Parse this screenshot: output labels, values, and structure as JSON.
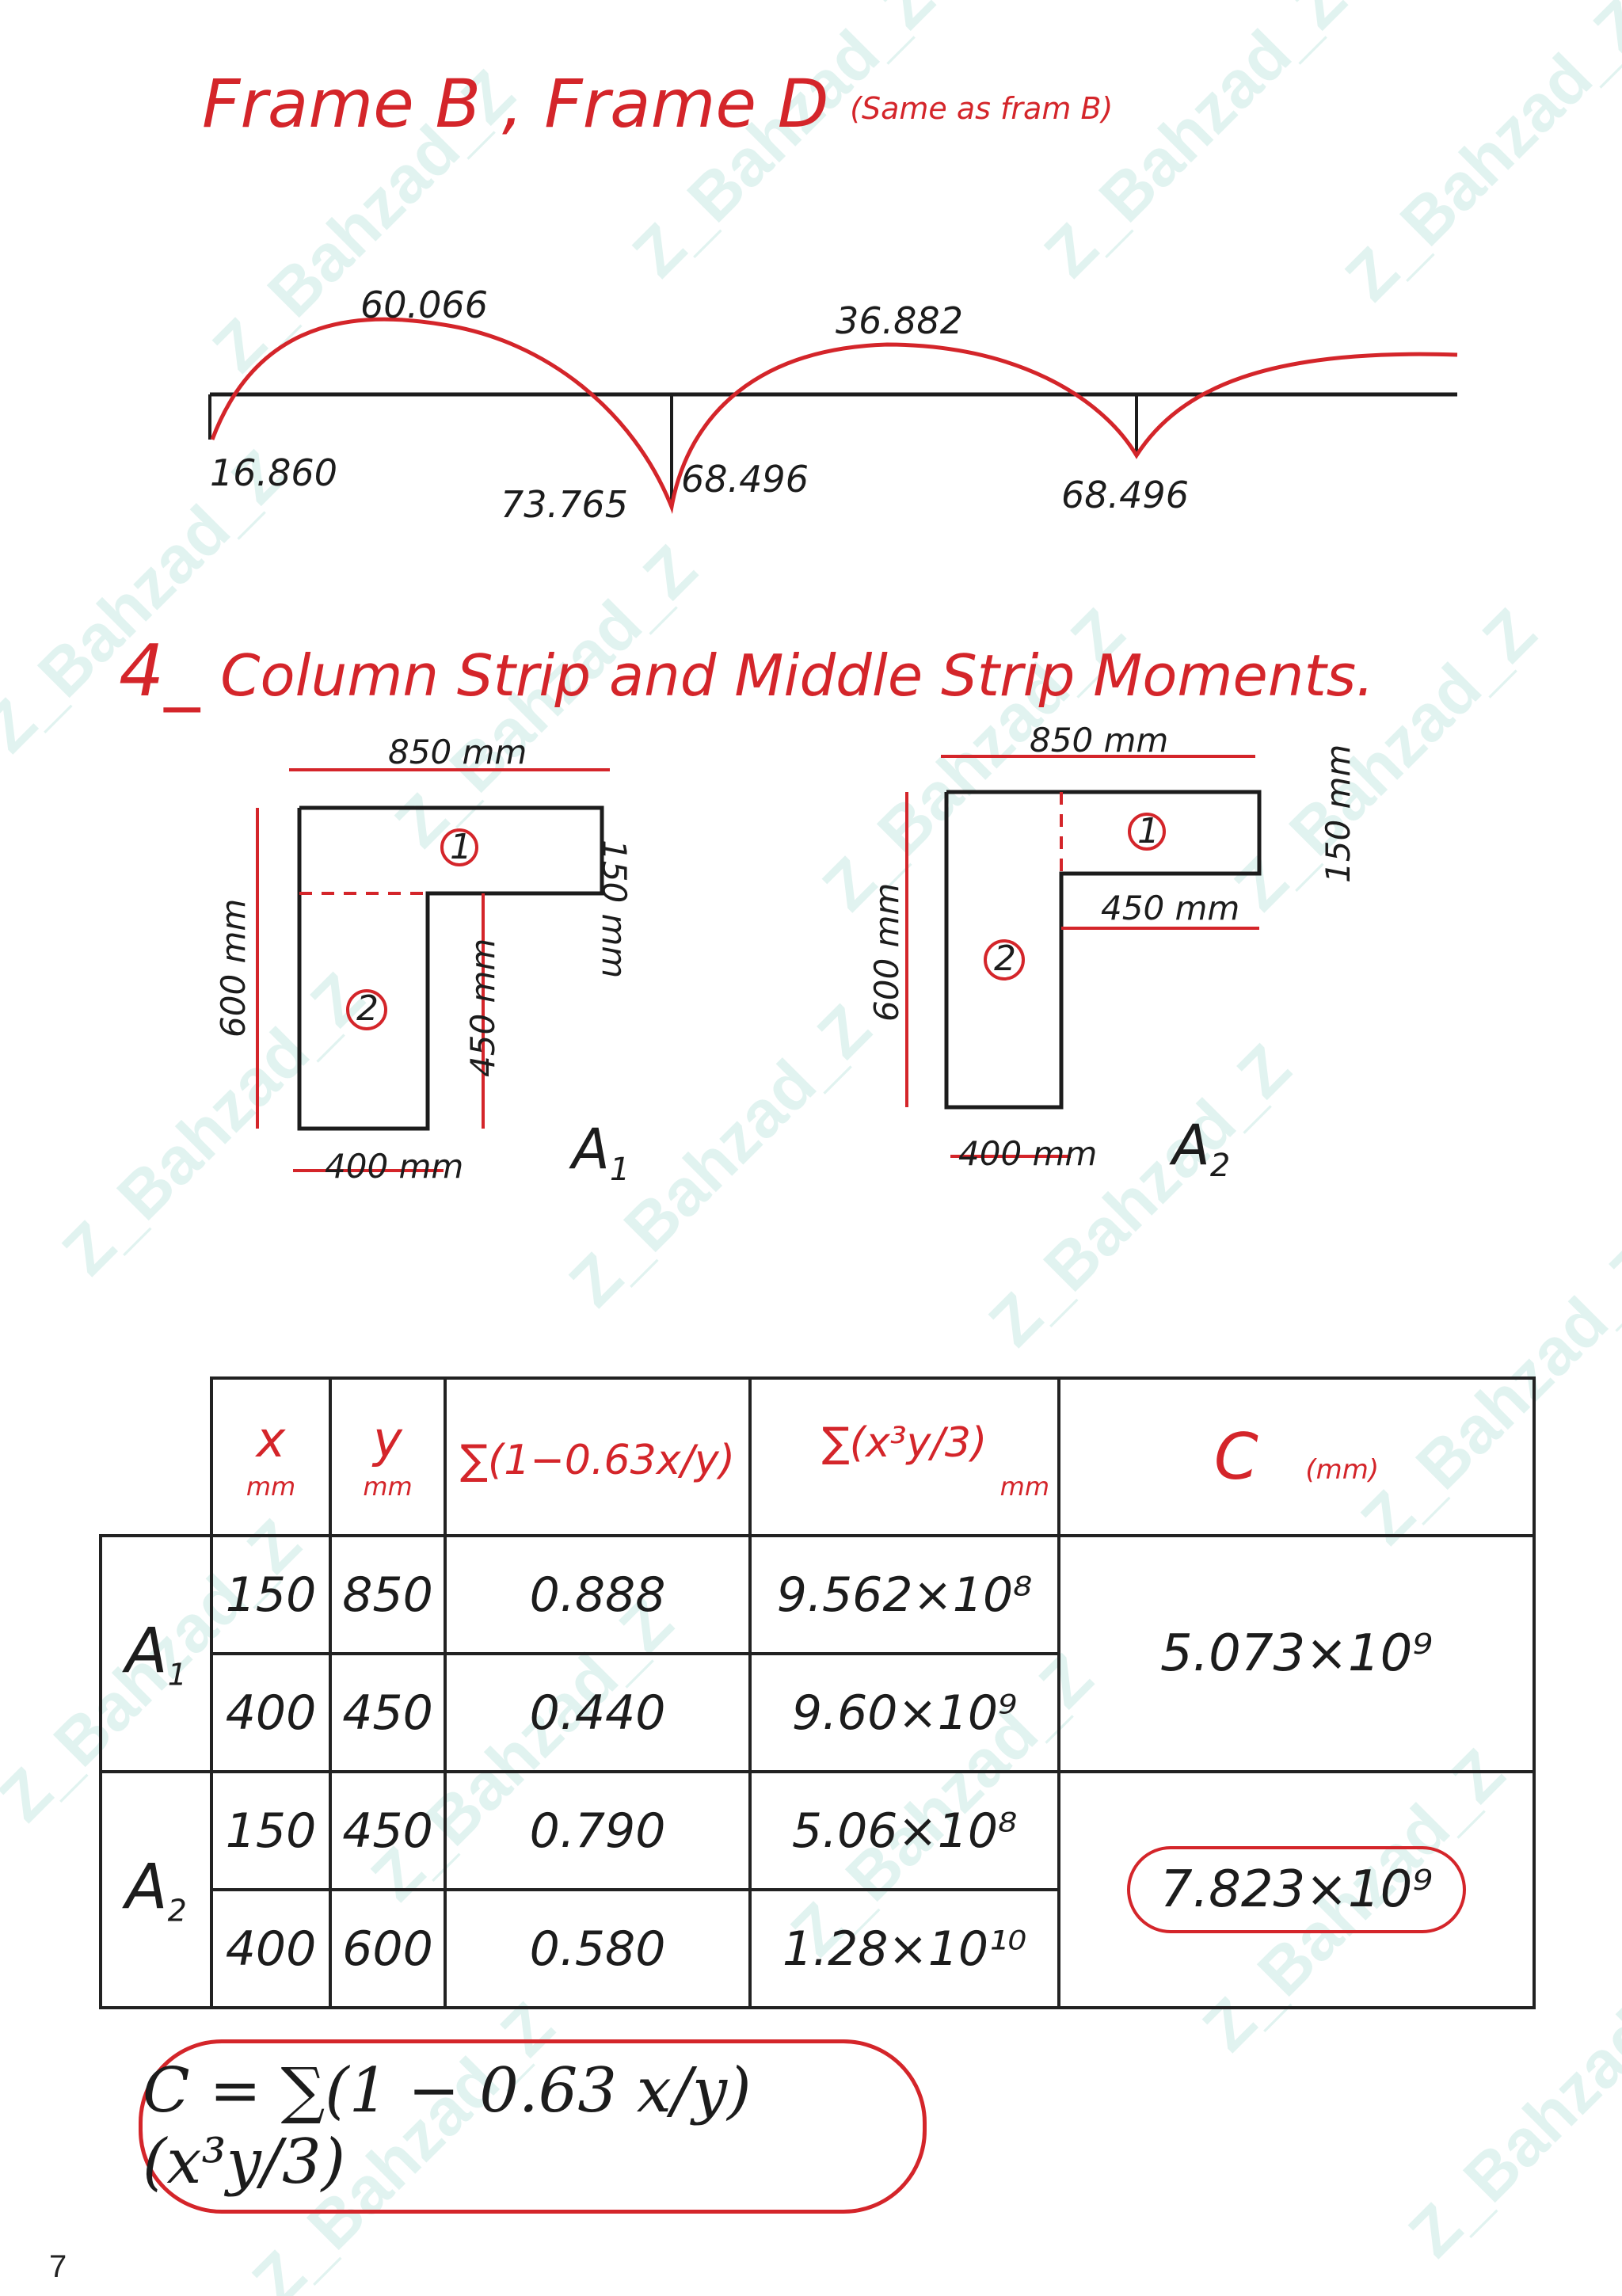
{
  "title": {
    "text": "Frame B , Frame D",
    "note": "(Same as fram B)"
  },
  "moment_diagram": {
    "span1_positive": "60.066",
    "span2_positive": "36.882",
    "end_negative": "16.860",
    "support1_left": "73.765",
    "support1_right": "68.496",
    "support2": "68.496",
    "line_color": "#d4252a"
  },
  "heading": {
    "number": "4_",
    "text": "Column Strip and Middle Strip Moments."
  },
  "section_A1": {
    "label": "A",
    "label_sub": "1",
    "width_top": "850 mm",
    "flange_depth": "150 mm",
    "height_total": "600 mm",
    "web_depth": "450 mm",
    "web_width": "400 mm",
    "part1": "1",
    "part2": "2"
  },
  "section_A2": {
    "label": "A",
    "label_sub": "2",
    "width_top": "850 mm",
    "flange_depth": "150 mm",
    "height_total": "600 mm",
    "flange_length": "450 mm",
    "web_width": "400 mm",
    "part1": "1",
    "part2": "2"
  },
  "table": {
    "headers": {
      "x": "x",
      "x_unit": "mm",
      "y": "y",
      "y_unit": "mm",
      "sum1": "∑(1−0.63x/y)",
      "sum2": "∑(x³y/3)",
      "sum2_unit": "mm",
      "c": "C",
      "c_unit": "(mm)"
    },
    "rows": [
      {
        "group": "A1",
        "x": "150",
        "y": "850",
        "s1": "0.888",
        "s2": "9.562×10⁸"
      },
      {
        "group": "A1",
        "x": "400",
        "y": "450",
        "s1": "0.440",
        "s2": "9.60×10⁹"
      },
      {
        "group": "A2",
        "x": "150",
        "y": "450",
        "s1": "0.790",
        "s2": "5.06×10⁸"
      },
      {
        "group": "A2",
        "x": "400",
        "y": "600",
        "s1": "0.580",
        "s2": "1.28×10¹⁰"
      }
    ],
    "groups": {
      "A1": {
        "label": "A",
        "sub": "1",
        "c": "5.073×10⁹"
      },
      "A2": {
        "label": "A",
        "sub": "2",
        "c": "7.823×10⁹"
      }
    }
  },
  "formula": "C = ∑(1 − 0.63 x/y)(x³y/3)",
  "page_number": "7",
  "watermark": "Z_Bahzad_Z",
  "colors": {
    "ink_red": "#d4252a",
    "ink_black": "#1c1c1c",
    "watermark": "#78c8b9"
  }
}
